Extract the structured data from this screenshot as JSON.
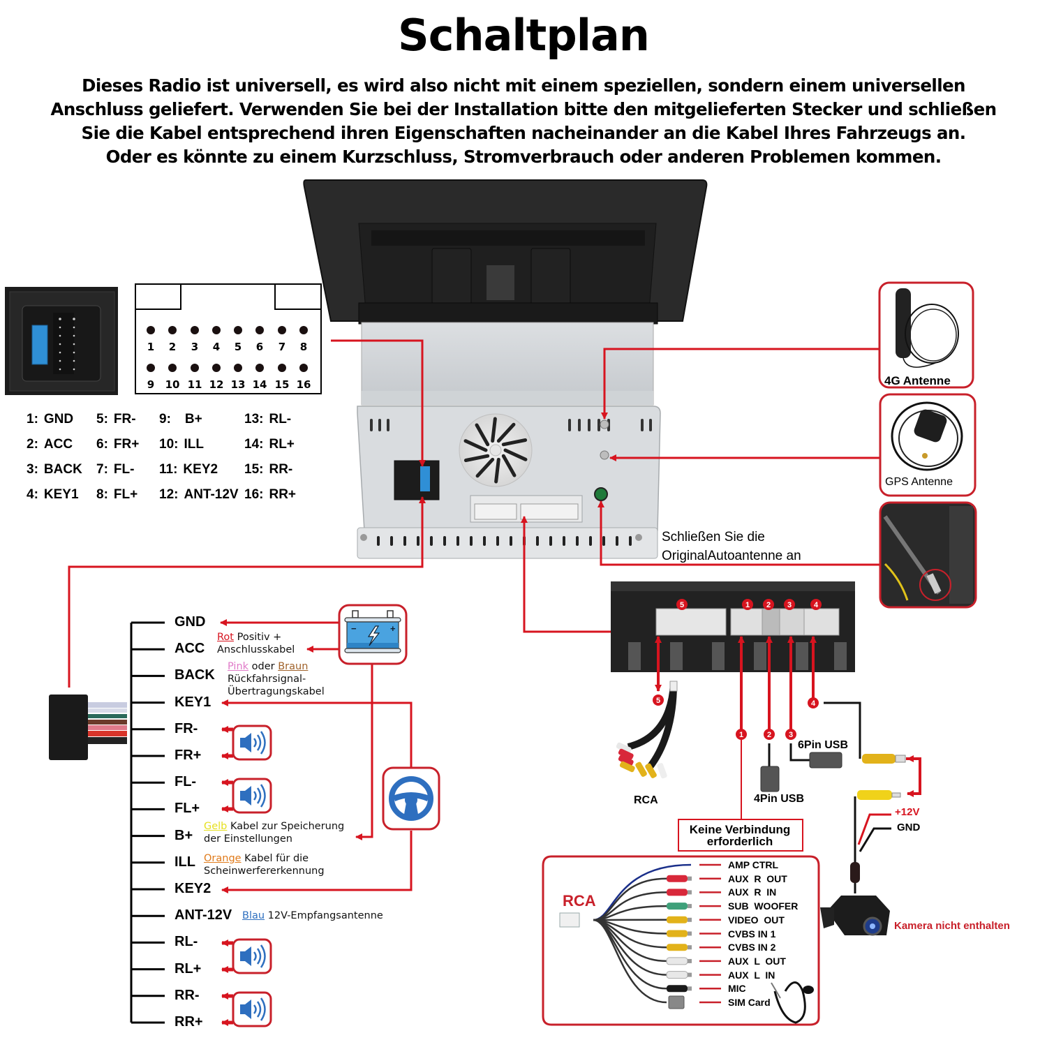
{
  "header": {
    "title": "Schaltplan",
    "intro_lines": [
      "Dieses Radio ist universell, es wird also nicht mit einem speziellen, sondern einem universellen",
      "Anschluss geliefert. Verwenden Sie bei der Installation bitte den mitgelieferten Stecker und schließen",
      "Sie die Kabel entsprechend ihren Eigenschaften nacheinander an die Kabel Ihres Fahrzeugs an.",
      "Oder es könnte zu einem Kurzschluss, Stromverbrauch oder anderen Problemen kommen."
    ]
  },
  "connector": {
    "pin_numbers": [
      "1",
      "2",
      "3",
      "4",
      "5",
      "6",
      "7",
      "8",
      "9",
      "10",
      "11",
      "12",
      "13",
      "14",
      "15",
      "16"
    ],
    "pin_legend": [
      [
        "1:",
        "GND"
      ],
      [
        "2:",
        "ACC"
      ],
      [
        "3:",
        "BACK"
      ],
      [
        "4:",
        "KEY1"
      ],
      [
        "5:",
        "FR-"
      ],
      [
        "6:",
        "FR+"
      ],
      [
        "7:",
        "FL-"
      ],
      [
        "8:",
        "FL+"
      ],
      [
        "9:",
        "B+"
      ],
      [
        "10:",
        "ILL"
      ],
      [
        "11:",
        "KEY2"
      ],
      [
        "12:",
        "ANT-12V"
      ],
      [
        "13:",
        "RL-"
      ],
      [
        "14:",
        "RL+"
      ],
      [
        "15:",
        "RR-"
      ],
      [
        "16:",
        "RR+"
      ]
    ]
  },
  "harness": {
    "wires": [
      "GND",
      "ACC",
      "BACK",
      "KEY1",
      "FR-",
      "FR+",
      "FL-",
      "FL+",
      "B+",
      "ILL",
      "KEY2",
      "ANT-12V",
      "RL-",
      "RL+",
      "RR-",
      "RR+"
    ],
    "notes": {
      "acc": {
        "color_word": "Rot",
        "line1_rest": " Positiv +",
        "line2": "Anschlusskabel"
      },
      "back": {
        "color_word_1": "Pink",
        "middle": " oder ",
        "color_word_2": "Braun",
        "line2": "Rückfahrsignal-",
        "line3": "Übertragungskabel"
      },
      "bplus": {
        "color_word": "Gelb",
        "line1_rest": " Kabel zur Speicherung",
        "line2": "der Einstellungen"
      },
      "ill": {
        "color_word": "Orange",
        "line1_rest": " Kabel für die",
        "line2": "Scheinwerfererkennung"
      },
      "ant": {
        "color_word": "Blau",
        "line1_rest": " 12V-Empfangsantenne"
      }
    },
    "icons": [
      "battery-icon",
      "steering-wheel-icon",
      "speaker-icon"
    ]
  },
  "antennas": {
    "antenna_4g": "4G Antenne",
    "antenna_gps": "GPS Antenne",
    "original_antenna_note": [
      "Schließen Sie die",
      "OriginalAutoantenne an"
    ]
  },
  "ports": {
    "badges": [
      "5",
      "1",
      "2",
      "3",
      "4"
    ],
    "rca_label": "RCA",
    "usb4_label": "4Pin USB",
    "usb6_label": "6Pin USB",
    "no_connection_label": [
      "Keine Verbindung",
      "erforderlich"
    ]
  },
  "rca_breakout": {
    "title": "RCA",
    "outputs": [
      "AMP CTRL",
      "AUX  R  OUT",
      "AUX  R  IN",
      "SUB  WOOFER",
      "VIDEO  OUT",
      "CVBS IN 1",
      "CVBS IN 2",
      "AUX  L  OUT",
      "AUX  L  IN",
      "MIC",
      "SIM Card"
    ],
    "plug_colors": [
      "#1a2f8a",
      "#d8283a",
      "#d8283a",
      "#3fa07a",
      "#e2b21a",
      "#e2b21a",
      "#e2b21a",
      "#e8e8e8",
      "#e8e8e8",
      "#1a1a1a",
      "#888888"
    ]
  },
  "camera": {
    "plus12v": "+12V",
    "gnd": "GND",
    "not_included": "Kamera nicht enthalten"
  },
  "colors": {
    "accent_red": "#d7141f",
    "box_red": "#c8202a",
    "icon_blue": "#2e6fbf",
    "rot": "#d7141f",
    "pink": "#e07ac8",
    "braun": "#a0622a",
    "gelb": "#e6e020",
    "orange": "#e07a1a",
    "blau": "#2e6fbf"
  }
}
